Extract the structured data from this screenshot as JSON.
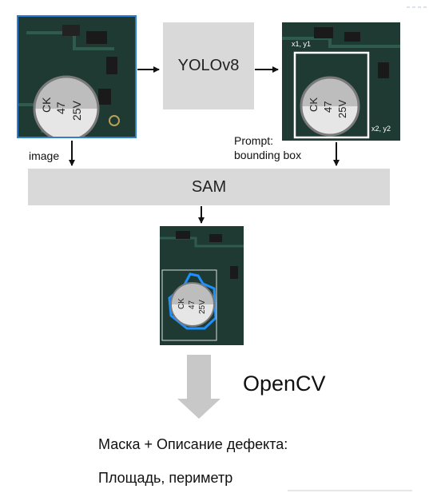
{
  "diagram": {
    "yolo_label": "YOLOv8",
    "sam_label": "SAM",
    "opencv_label": "OpenCV",
    "image_edge_label": "image",
    "prompt_label_line1": "Prompt:",
    "prompt_label_line2": "bounding box",
    "bbox_corner_tl": "x1, y1",
    "bbox_corner_br": "x2, y2",
    "output_line1": "Маска + Описание дефекта:",
    "output_line2": "Площадь, периметр",
    "capacitor_text": [
      "CK",
      "47",
      "25V"
    ],
    "colors": {
      "gray_box": "#d9d9d9",
      "arrow_gray": "#c8c8c8",
      "pcb_green": "#1f3a32",
      "input_border": "#2f7fd0",
      "mask_outline": "#1e90ff",
      "bbox_white": "#ffffff"
    }
  }
}
